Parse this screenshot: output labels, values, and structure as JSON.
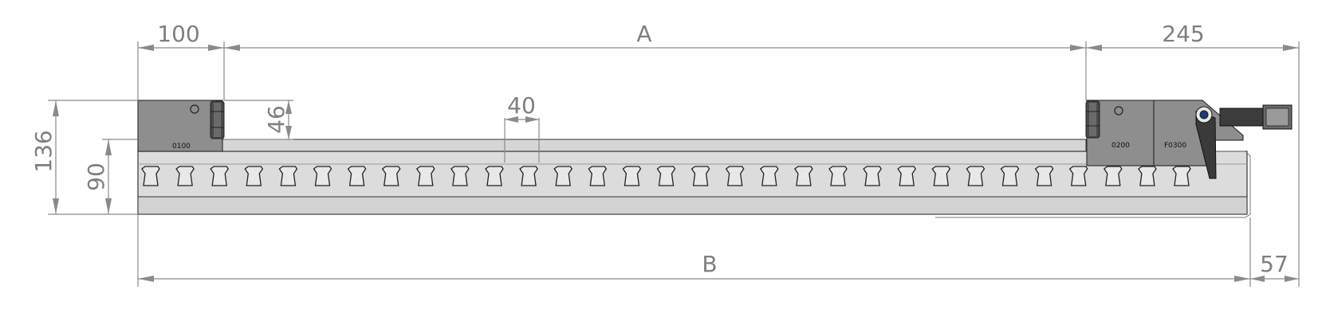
{
  "dimensions": {
    "top_left": "100",
    "top_middle": "A",
    "top_right": "245",
    "height_total": "136",
    "height_body": "90",
    "jaw_height": "46",
    "slot_pitch": "40",
    "bottom_overall": "B",
    "bottom_right": "57"
  },
  "part_labels": {
    "left_jaw": "0100",
    "right_jaw": "0200",
    "clamp": "F0300"
  },
  "colors": {
    "rail_light": "#d9d9d9",
    "rail_mid": "#c8c8c8",
    "jaw": "#8c8c8c",
    "jaw_dark": "#5a5a5a",
    "outline": "#333333",
    "dimension": "#8a8a8a",
    "knob": "#1e3a6e"
  },
  "slot_count": 31
}
